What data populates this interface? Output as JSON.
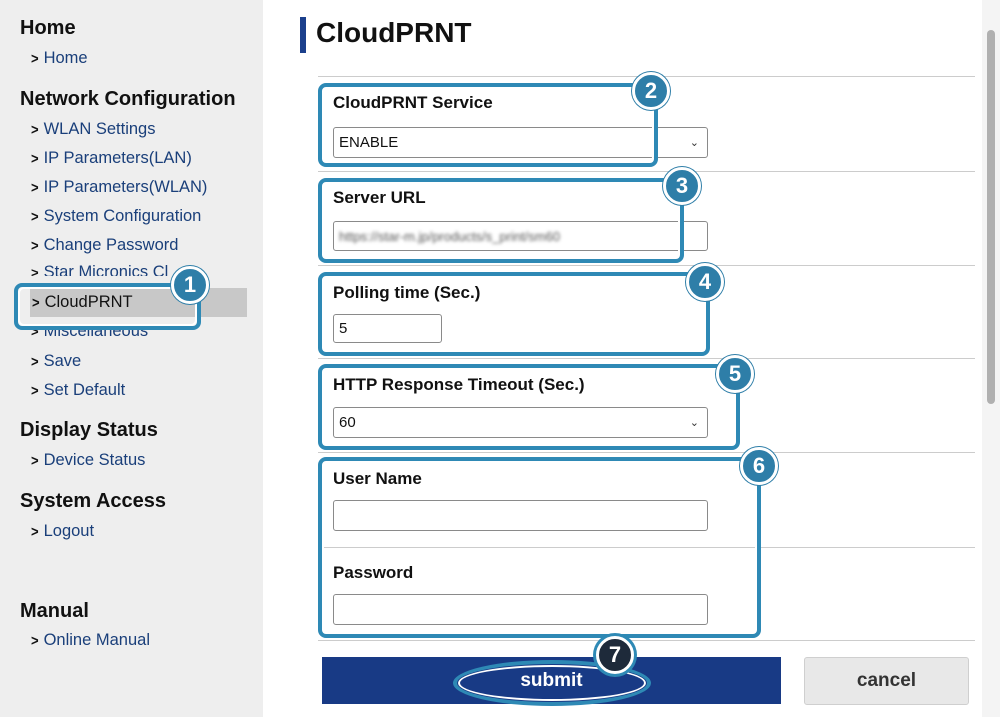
{
  "sidebar": {
    "home_title": "Home",
    "home_link": "Home",
    "network_title": "Network Configuration",
    "network_links": [
      "WLAN Settings",
      "IP Parameters(LAN)",
      "IP Parameters(WLAN)",
      "System Configuration",
      "Change Password"
    ],
    "star_micronics_link_partial": "Star Micronics Cl",
    "active_link": "CloudPRNT",
    "misc_link_partial": "Miscellaneous",
    "save_link": "Save",
    "set_default_link": "Set Default",
    "display_status_title": "Display Status",
    "device_status_link": "Device Status",
    "system_access_title": "System Access",
    "logout_link": "Logout",
    "manual_title": "Manual",
    "online_manual_link": "Online Manual"
  },
  "main": {
    "title": "CloudPRNT",
    "service_label": "CloudPRNT Service",
    "service_value": "ENABLE",
    "server_url_label": "Server URL",
    "server_url_value": "https://star-m.jp/products/s_print/sm60",
    "polling_label": "Polling time (Sec.)",
    "polling_value": "5",
    "timeout_label": "HTTP Response Timeout (Sec.)",
    "timeout_value": "60",
    "username_label": "User Name",
    "username_value": "",
    "password_label": "Password",
    "password_value": ""
  },
  "buttons": {
    "submit": "submit",
    "cancel": "cancel"
  },
  "badges": [
    "1",
    "2",
    "3",
    "4",
    "5",
    "6",
    "7"
  ],
  "colors": {
    "accent_blue": "#183a85",
    "callout_blue": "#2e89b5",
    "link_blue": "#1a3f7a"
  }
}
